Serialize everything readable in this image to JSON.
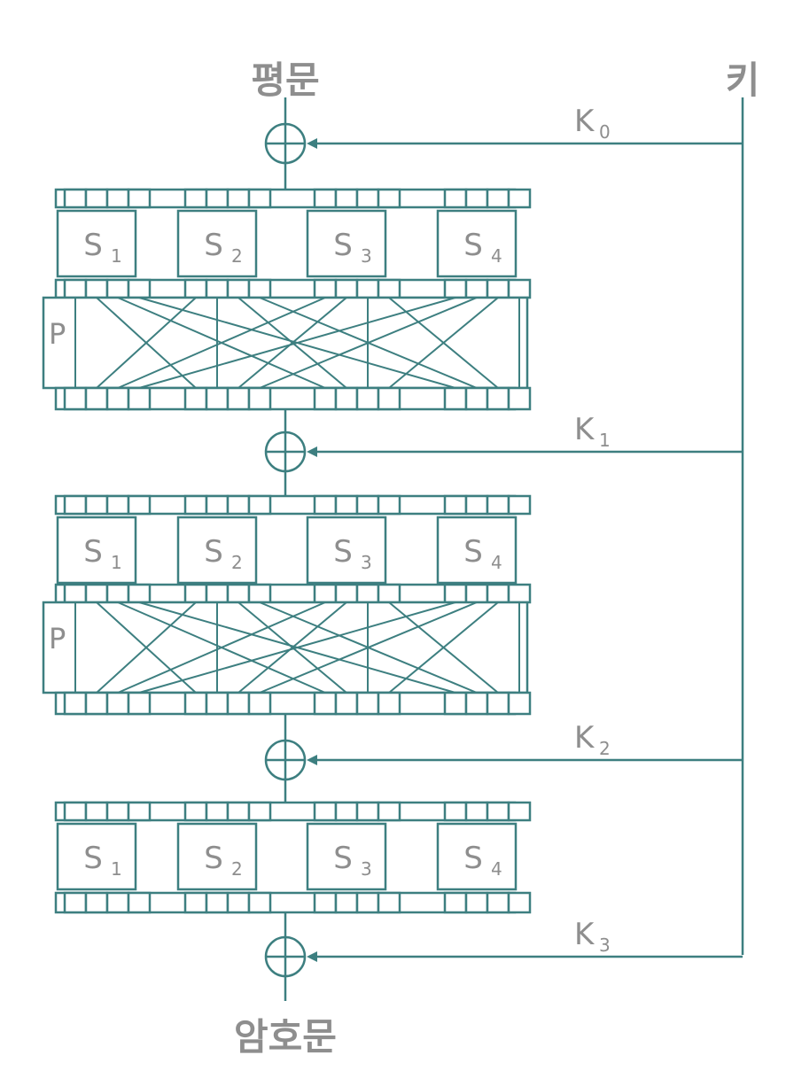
{
  "plaintext_label": "평문",
  "key_label": "키",
  "ciphertext_label": "암호문",
  "permutation_label": "P",
  "sbox_prefix": "S",
  "sboxes": [
    "1",
    "2",
    "3",
    "4"
  ],
  "round_key_prefix": "K",
  "round_keys": [
    "0",
    "1",
    "2",
    "3"
  ],
  "colors": {
    "line": "#3d7f80",
    "text": "#8e8e8e"
  }
}
